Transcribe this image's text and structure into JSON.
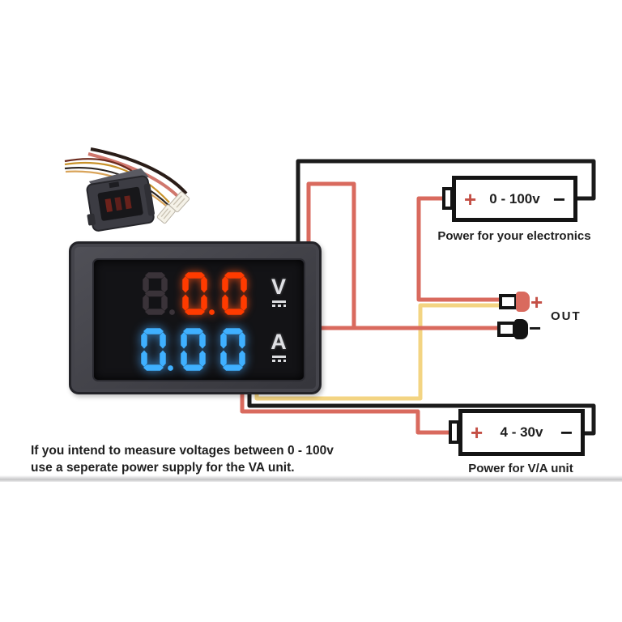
{
  "colors": {
    "wire_red": "#d96a5e",
    "wire_yellow": "#f3d482",
    "wire_black": "#1b1b1b",
    "outline_black": "#141414",
    "plus_red": "#c44f45",
    "digit_red": "#ff3b00",
    "digit_blue": "#3fb0ff",
    "digit_ghost": "#3a3339",
    "bezel": "#46464c",
    "display_bg": "#131316",
    "label_white": "#dfe0e4",
    "text": "#1f1f1f",
    "background": "#ffffff"
  },
  "meter": {
    "volt": {
      "ghost": "8.",
      "value": "0.0",
      "unit": "V"
    },
    "amp": {
      "ghost": "",
      "value": "0.00",
      "unit": "A"
    }
  },
  "battery_top": {
    "plus": "+",
    "minus": "−",
    "range": "0 - 100v",
    "caption": "Power for your electronics"
  },
  "battery_bottom": {
    "plus": "+",
    "minus": "−",
    "range": "4 - 30v",
    "caption": "Power for V/A unit"
  },
  "out": {
    "plus": "+",
    "minus": "−",
    "label": "OUT"
  },
  "note": {
    "line1": "If you intend to measure voltages between 0 - 100v",
    "line2": "use a seperate power supply for the VA unit."
  }
}
